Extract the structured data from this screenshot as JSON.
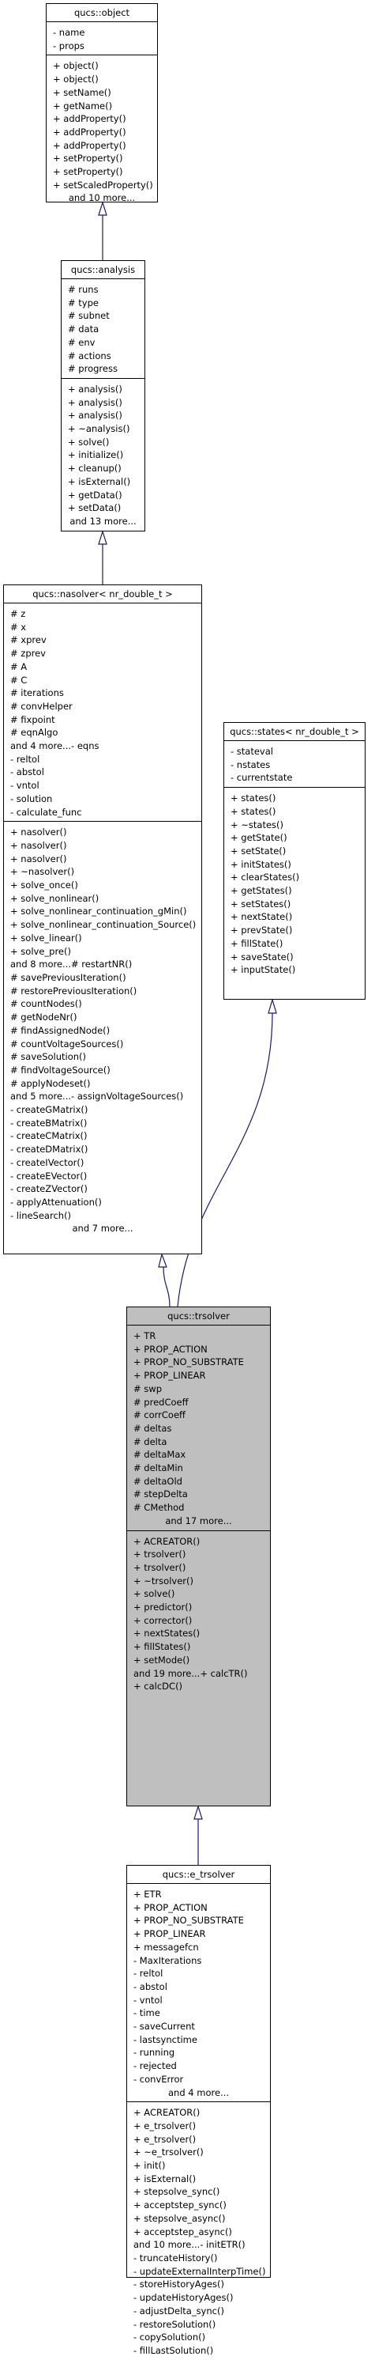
{
  "classes": {
    "object": {
      "name": "qucs::object",
      "attributes": [
        "- name",
        "- props"
      ],
      "methods": [
        "+ object()",
        "+ object()",
        "+ setName()",
        "+ getName()",
        "+ addProperty()",
        "+ addProperty()",
        "+ addProperty()",
        "+ setProperty()",
        "+ setProperty()",
        "+ setScaledProperty()",
        "and 10 more..."
      ]
    },
    "analysis": {
      "name": "qucs::analysis",
      "attributes": [
        "# runs",
        "# type",
        "# subnet",
        "# data",
        "# env",
        "# actions",
        "# progress"
      ],
      "methods": [
        "+ analysis()",
        "+ analysis()",
        "+ analysis()",
        "+ ~analysis()",
        "+ solve()",
        "+ initialize()",
        "+ cleanup()",
        "+ isExternal()",
        "+ getData()",
        "+ setData()",
        "and 13 more..."
      ]
    },
    "nasolver": {
      "name": "qucs::nasolver< nr_double_t >",
      "attributes": [
        "# z",
        "# x",
        "# xprev",
        "# zprev",
        "# A",
        "# C",
        "# iterations",
        "# convHelper",
        "# fixpoint",
        "# eqnAlgo",
        "and 4 more...- eqns",
        "- reltol",
        "- abstol",
        "- vntol",
        "- solution",
        "- calculate_func"
      ],
      "methods": [
        "+ nasolver()",
        "+ nasolver()",
        "+ nasolver()",
        "+ ~nasolver()",
        "+ solve_once()",
        "+ solve_nonlinear()",
        "+ solve_nonlinear_continuation_gMin()",
        "+ solve_nonlinear_continuation_Source()",
        "+ solve_linear()",
        "+ solve_pre()",
        "and 8 more...# restartNR()",
        "# savePreviousIteration()",
        "# restorePreviousIteration()",
        "# countNodes()",
        "# getNodeNr()",
        "# findAssignedNode()",
        "# countVoltageSources()",
        "# saveSolution()",
        "# findVoltageSource()",
        "# applyNodeset()",
        "and 5 more...- assignVoltageSources()",
        "- createGMatrix()",
        "- createBMatrix()",
        "- createCMatrix()",
        "- createDMatrix()",
        "- createIVector()",
        "- createEVector()",
        "- createZVector()",
        "- applyAttenuation()",
        "- lineSearch()",
        "and 7 more..."
      ]
    },
    "states": {
      "name": "qucs::states< nr_double_t >",
      "attributes": [
        "- stateval",
        "- nstates",
        "- currentstate"
      ],
      "methods": [
        "+ states()",
        "+ states()",
        "+ ~states()",
        "+ getState()",
        "+ setState()",
        "+ initStates()",
        "+ clearStates()",
        "+ getStates()",
        "+ setStates()",
        "+ nextState()",
        "+ prevState()",
        "+ fillState()",
        "+ saveState()",
        "+ inputState()"
      ]
    },
    "trsolver": {
      "name": "qucs::trsolver",
      "attributes": [
        "+ TR",
        "+ PROP_ACTION",
        "+ PROP_NO_SUBSTRATE",
        "+ PROP_LINEAR",
        "# swp",
        "# predCoeff",
        "# corrCoeff",
        "# deltas",
        "# delta",
        "# deltaMax",
        "# deltaMin",
        "# deltaOld",
        "# stepDelta",
        "# CMethod",
        "and 17 more..."
      ],
      "methods": [
        "+ ACREATOR()",
        "+ trsolver()",
        "+ trsolver()",
        "+ ~trsolver()",
        "+ solve()",
        "+ predictor()",
        "+ corrector()",
        "+ nextStates()",
        "+ fillStates()",
        "+ setMode()",
        "and 19 more...+ calcTR()",
        "+ calcDC()"
      ]
    },
    "e_trsolver": {
      "name": "qucs::e_trsolver",
      "attributes": [
        "+ ETR",
        "+ PROP_ACTION",
        "+ PROP_NO_SUBSTRATE",
        "+ PROP_LINEAR",
        "+ messagefcn",
        "- MaxIterations",
        "- reltol",
        "- abstol",
        "- vntol",
        "- time",
        "- saveCurrent",
        "- lastsynctime",
        "- running",
        "- rejected",
        "- convError",
        "and 4 more..."
      ],
      "methods": [
        "+ ACREATOR()",
        "+ e_trsolver()",
        "+ e_trsolver()",
        "+ ~e_trsolver()",
        "+ init()",
        "+ isExternal()",
        "+ stepsolve_sync()",
        "+ acceptstep_sync()",
        "+ stepsolve_async()",
        "+ acceptstep_async()",
        "and 10 more...- initETR()",
        "- truncateHistory()",
        "- updateExternalInterpTime()",
        "- storeHistoryAges()",
        "- updateHistoryAges()",
        "- adjustDelta_sync()",
        "- restoreSolution()",
        "- copySolution()",
        "- fillLastSolution()"
      ]
    }
  },
  "colors": {
    "edge": "#191970",
    "box_highlight": "#bfbfbf",
    "border": "#000000"
  }
}
